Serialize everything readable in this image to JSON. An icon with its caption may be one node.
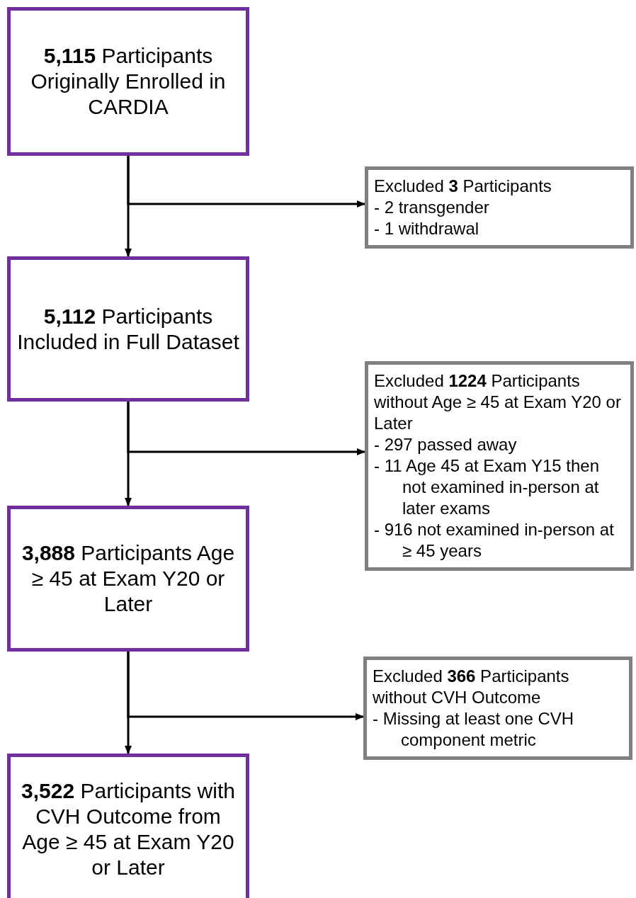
{
  "diagram": {
    "nodes": [
      {
        "text": [
          "**5,115** Participants Originally Enrolled in CARDIA"
        ]
      },
      {
        "text": [
          "Excluded **3** Participants",
          "- 2 transgender",
          "- 1 withdrawal"
        ]
      },
      {
        "text": [
          "**5,112** Participants Included in Full Dataset"
        ]
      },
      {
        "text": [
          "Excluded **1224** Participants without Age ≥ 45 at Exam Y20 or Later",
          "- 297 passed away",
          "- 11 Age 45 at Exam Y15 then not examined in-person at later exams",
          "- 916 not examined in-person at ≥ 45 years"
        ]
      },
      {
        "text": [
          "**3,888** Participants Age ≥ 45 at Exam Y20 or Later"
        ]
      },
      {
        "text": [
          "Excluded **366** Participants without CVH Outcome",
          "- Missing at least one CVH component metric"
        ]
      },
      {
        "text": [
          "**3,522** Participants with CVH Outcome from Age ≥ 45 at Exam Y20 or Later"
        ]
      }
    ],
    "edges": [
      {
        "from": 0,
        "to": 2,
        "arrow": "to"
      },
      {
        "from": 0,
        "to": 1,
        "arrow": "to"
      },
      {
        "from": 2,
        "to": 4,
        "arrow": "to"
      },
      {
        "from": 2,
        "to": 3,
        "arrow": "to"
      },
      {
        "from": 4,
        "to": 6,
        "arrow": "to"
      },
      {
        "from": 4,
        "to": 5,
        "arrow": "to"
      }
    ]
  }
}
